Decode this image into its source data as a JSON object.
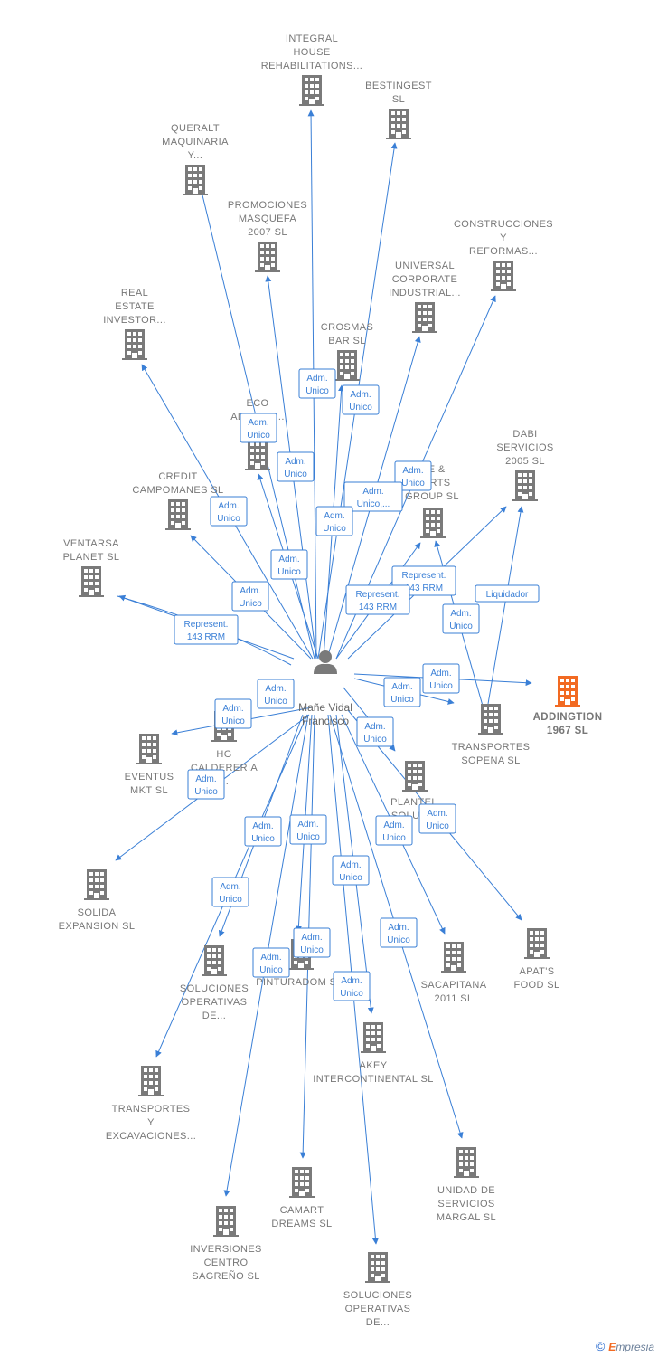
{
  "center": {
    "id": "person",
    "label": [
      "Mañe Vidal",
      "Francisco"
    ]
  },
  "nodes": [
    {
      "id": "integral",
      "label": [
        "INTEGRAL",
        "HOUSE",
        "REHABILITATIONS..."
      ]
    },
    {
      "id": "bestingest",
      "label": [
        "BESTINGEST",
        "SL"
      ]
    },
    {
      "id": "queralt",
      "label": [
        "QUERALT",
        "MAQUINARIA",
        "Y..."
      ]
    },
    {
      "id": "promociones",
      "label": [
        "PROMOCIONES",
        "MASQUEFA",
        "2007 SL"
      ]
    },
    {
      "id": "construcciones",
      "label": [
        "CONSTRUCCIONES",
        "Y",
        "REFORMAS..."
      ]
    },
    {
      "id": "universal",
      "label": [
        "UNIVERSAL",
        "CORPORATE",
        "INDUSTRIAL..."
      ]
    },
    {
      "id": "real_estate",
      "label": [
        "REAL",
        "ESTATE",
        "INVESTOR..."
      ]
    },
    {
      "id": "crosmas",
      "label": [
        "CROSMAS",
        "BAR SL"
      ]
    },
    {
      "id": "eco",
      "label": [
        "ECO",
        "ALIMENT...",
        "INIC..."
      ]
    },
    {
      "id": "dabi",
      "label": [
        "DABI",
        "SERVICIOS",
        "2005 SL"
      ]
    },
    {
      "id": "credit",
      "label": [
        "CREDIT",
        "CAMPOMANES SL"
      ]
    },
    {
      "id": "experts",
      "label": [
        "...E &",
        "...ERTS",
        "GROUP  SL"
      ]
    },
    {
      "id": "ventarsa",
      "label": [
        "VENTARSA",
        "PLANET SL"
      ]
    },
    {
      "id": "addingtion",
      "label": [
        "ADDINGTION",
        "1967  SL"
      ],
      "highlight": true
    },
    {
      "id": "transportes_sopena",
      "label": [
        "TRANSPORTES",
        "SOPENA SL"
      ]
    },
    {
      "id": "hg",
      "label": [
        "HG",
        "CALDERERIA",
        "..."
      ]
    },
    {
      "id": "eventus",
      "label": [
        "EVENTUS",
        "MKT  SL"
      ]
    },
    {
      "id": "plantel",
      "label": [
        "PLANTEL",
        "SOLUC..."
      ]
    },
    {
      "id": "solida",
      "label": [
        "SOLIDA",
        "EXPANSION  SL"
      ]
    },
    {
      "id": "apats",
      "label": [
        "APAT'S",
        "FOOD  SL"
      ]
    },
    {
      "id": "soluciones1",
      "label": [
        "SOLUCIONES",
        "OPERATIVAS",
        "DE..."
      ]
    },
    {
      "id": "pinturadom",
      "label": [
        "PINTURADOM S..."
      ]
    },
    {
      "id": "sacapitana",
      "label": [
        "SACAPITANA",
        "2011 SL"
      ]
    },
    {
      "id": "akey",
      "label": [
        "AKEY",
        "INTERCONTINENTAL SL"
      ]
    },
    {
      "id": "transportes_exc",
      "label": [
        "TRANSPORTES",
        "Y",
        "EXCAVACIONES..."
      ]
    },
    {
      "id": "unidad",
      "label": [
        "UNIDAD DE",
        "SERVICIOS",
        "MARGAL SL"
      ]
    },
    {
      "id": "camart",
      "label": [
        "CAMART",
        "DREAMS SL"
      ]
    },
    {
      "id": "inversiones",
      "label": [
        "INVERSIONES",
        "CENTRO",
        "SAGREÑO  SL"
      ]
    },
    {
      "id": "soluciones2",
      "label": [
        "SOLUCIONES",
        "OPERATIVAS",
        "DE..."
      ]
    }
  ],
  "relations": [
    {
      "id": "r1",
      "lines": [
        "Adm.",
        "Unico"
      ]
    },
    {
      "id": "r2",
      "lines": [
        "Adm.",
        "Unico"
      ]
    },
    {
      "id": "r3",
      "lines": [
        "Adm.",
        "Unico"
      ]
    },
    {
      "id": "r4",
      "lines": [
        "Adm.",
        "Unico"
      ]
    },
    {
      "id": "r5",
      "lines": [
        "Adm.",
        "Unico"
      ]
    },
    {
      "id": "r6",
      "lines": [
        "Adm.",
        "Unico"
      ]
    },
    {
      "id": "r7",
      "lines": [
        "Adm.",
        "Unico,..."
      ]
    },
    {
      "id": "r8",
      "lines": [
        "Adm.",
        "Unico"
      ]
    },
    {
      "id": "r9",
      "lines": [
        "Adm.",
        "Unico"
      ]
    },
    {
      "id": "r10",
      "lines": [
        "Adm.",
        "Unico"
      ]
    },
    {
      "id": "r11",
      "lines": [
        "Represent.",
        "143 RRM"
      ]
    },
    {
      "id": "r12",
      "lines": [
        "Represent.",
        "143 RRM"
      ]
    },
    {
      "id": "r13",
      "lines": [
        "Represent.",
        "143 RRM"
      ]
    },
    {
      "id": "r14",
      "lines": [
        "Adm.",
        "Unico"
      ]
    },
    {
      "id": "r15",
      "lines": [
        "Liquidador"
      ]
    },
    {
      "id": "r16",
      "lines": [
        "Adm.",
        "Unico"
      ]
    },
    {
      "id": "r17",
      "lines": [
        "Adm.",
        "Unico"
      ]
    },
    {
      "id": "r18",
      "lines": [
        "Adm.",
        "Unico"
      ]
    },
    {
      "id": "r19",
      "lines": [
        "Adm.",
        "Unico"
      ]
    },
    {
      "id": "r20",
      "lines": [
        "Adm.",
        "Unico"
      ]
    },
    {
      "id": "r21",
      "lines": [
        "Adm.",
        "Unico"
      ]
    },
    {
      "id": "r22",
      "lines": [
        "Adm.",
        "Unico"
      ]
    },
    {
      "id": "r23",
      "lines": [
        "Adm.",
        "Unico"
      ]
    },
    {
      "id": "r24",
      "lines": [
        "Adm.",
        "Unico"
      ]
    },
    {
      "id": "r25",
      "lines": [
        "Adm.",
        "Unico"
      ]
    },
    {
      "id": "r26",
      "lines": [
        "Adm.",
        "Unico"
      ]
    },
    {
      "id": "r27",
      "lines": [
        "Adm.",
        "Unico"
      ]
    },
    {
      "id": "r28",
      "lines": [
        "Adm.",
        "Unico"
      ]
    },
    {
      "id": "r29",
      "lines": [
        "Adm.",
        "Unico"
      ]
    },
    {
      "id": "r30",
      "lines": [
        "Adm.",
        "Unico"
      ]
    },
    {
      "id": "r31",
      "lines": [
        "Adm.",
        "Unico"
      ]
    },
    {
      "id": "r32",
      "lines": [
        "Adm.",
        "Unico"
      ]
    }
  ],
  "colors": {
    "edge": "#3a7fd6",
    "building": "#7a7a7a",
    "highlight": "#f26a22",
    "person": "#7a7a7a"
  },
  "footer": {
    "copyright": "©",
    "brand_first": "E",
    "brand_rest": "mpresia"
  }
}
